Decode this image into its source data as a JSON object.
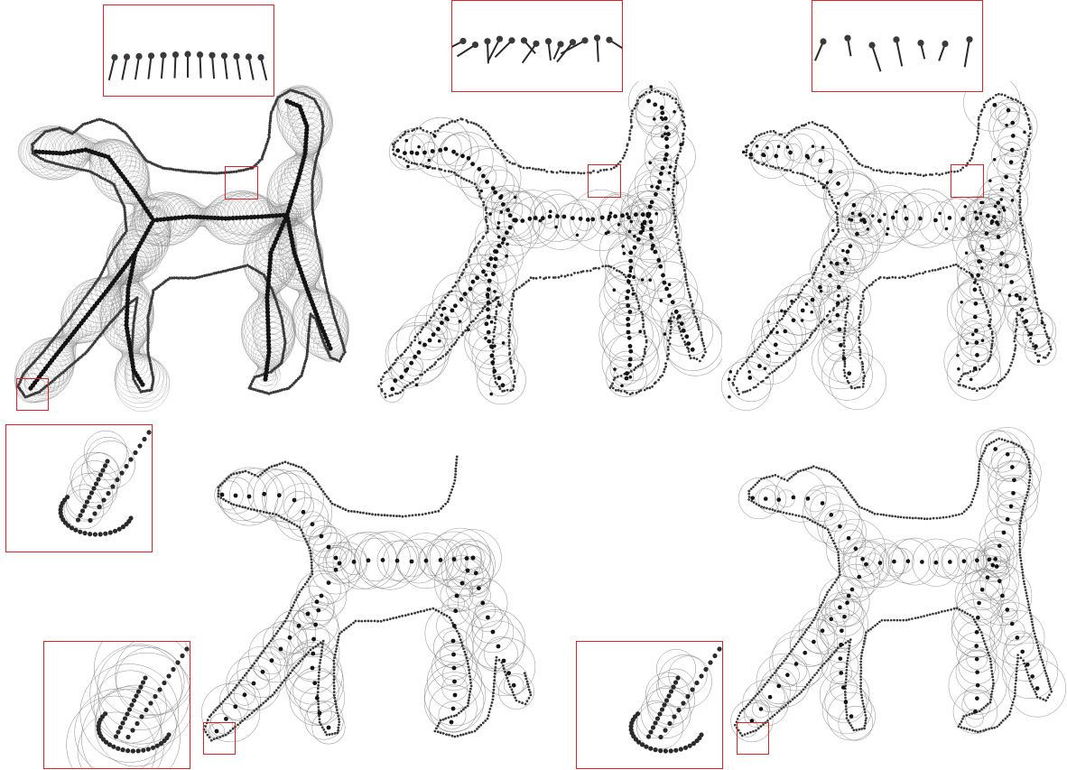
{
  "figure": {
    "panels": [
      {
        "id": "reference",
        "variant": "dense-uniform",
        "tail": true
      },
      {
        "id": "noisy",
        "variant": "noisy",
        "tail": true
      },
      {
        "id": "noisy-filtered",
        "variant": "noisy-sparse",
        "tail": true
      },
      {
        "id": "missing-tail-a",
        "variant": "partial",
        "tail": false
      },
      {
        "id": "missing-tail-b",
        "variant": "partial-sparse",
        "tail": true
      }
    ],
    "colors": {
      "outline": "#3a3a3a",
      "skeleton": "#141414",
      "circles": "#7a7a7a",
      "highlight": "#d22222",
      "background": "#ffffff"
    },
    "icons": [
      "normal-glyph",
      "medial-ball",
      "skeleton-point",
      "zoom-box"
    ]
  }
}
